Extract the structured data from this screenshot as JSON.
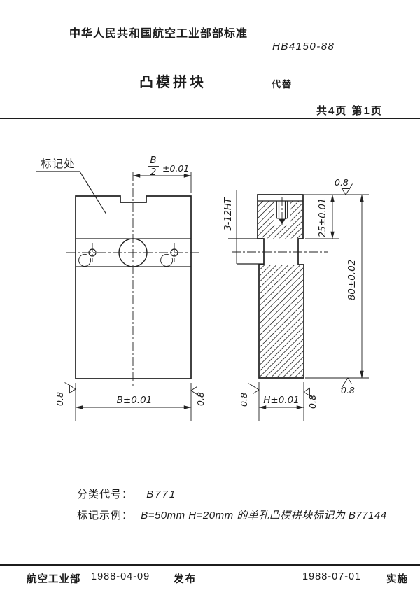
{
  "header": {
    "authority": "中华人民共和国航空工业部部标准",
    "standard_no": "HB4150-88",
    "title": "凸模拼块",
    "supersedes": "代替",
    "page_info": "共4页 第1页"
  },
  "drawing": {
    "mark_label": "标记处",
    "thread_callout": "3-12HT",
    "dim_b2_num": "B",
    "dim_b2_den": "2",
    "dim_b2_tol": "±0.01",
    "dim_b": "B±0.01",
    "dim_25": "25±0.01",
    "dim_80": "80±0.02",
    "dim_h": "H±0.01",
    "roughness": "0.8"
  },
  "notes": {
    "class_label": "分类代号：",
    "class_code": "B771",
    "example_label": "标记示例：",
    "example_text": "B=50mm H=20mm 的单孔凸模拼块标记为 B77144"
  },
  "footer": {
    "issuer": "航空工业部",
    "issue_date": "1988-04-09",
    "publish": "发布",
    "effective_date": "1988-07-01",
    "implement": "实施"
  },
  "colors": {
    "ink": "#1c1c1c",
    "paper": "#ffffff"
  }
}
